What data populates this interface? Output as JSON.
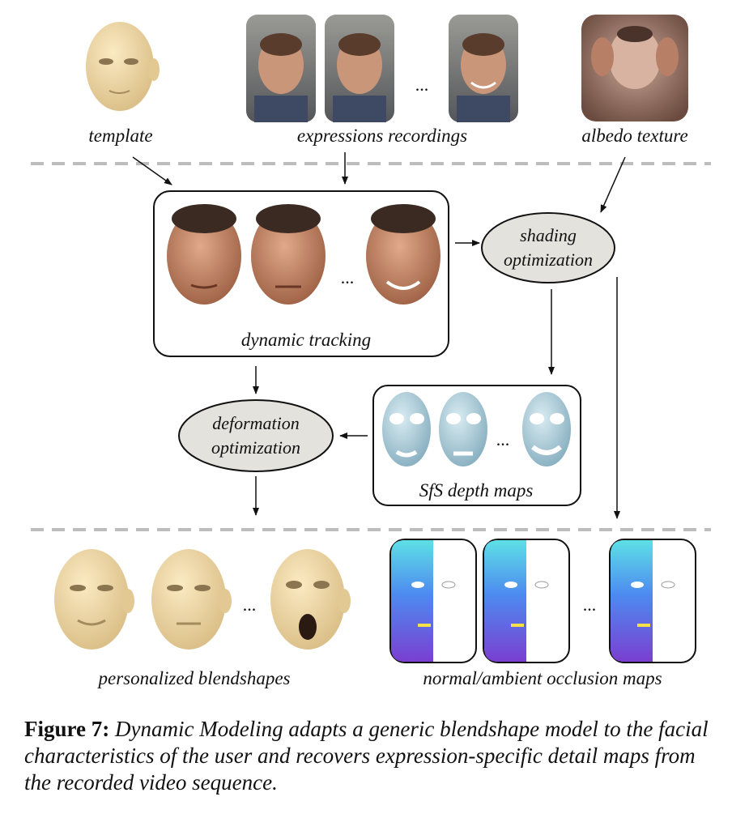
{
  "labels": {
    "template": "template",
    "recordings": "expressions recordings",
    "albedo": "albedo texture",
    "tracking": "dynamic tracking",
    "shading_line1": "shading",
    "shading_line2": "optimization",
    "deformation_line1": "deformation",
    "deformation_line2": "optimization",
    "sfs": "SfS depth maps",
    "blendshapes": "personalized blendshapes",
    "normal_maps": "normal/ambient occlusion maps",
    "ellipsis": "..."
  },
  "caption": {
    "number": "Figure 7:",
    "text": "Dynamic Modeling adapts a generic blendshape model to the facial characteristics of the user and recovers expression-specific detail maps from the recorded video sequence."
  },
  "colors": {
    "oval_fill": "#e4e2dc",
    "dash": "#bdbdbd",
    "template_skin": "#f1dcaa",
    "rendered_skin": "#c98a68",
    "sfs_mesh": "#a9c9d6",
    "normal_map": "#5b6cf0",
    "photo_bg": "#7d7d78"
  }
}
